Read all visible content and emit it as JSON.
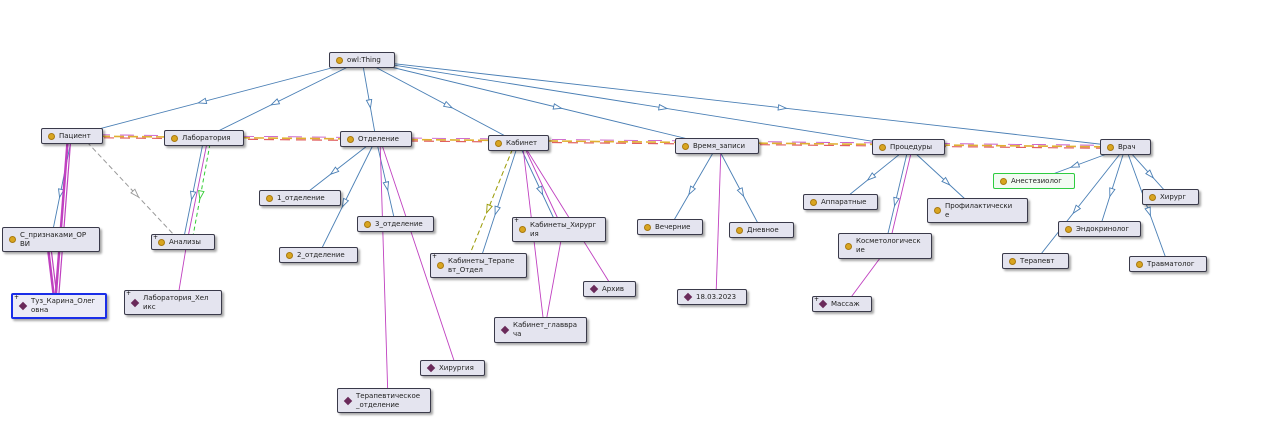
{
  "colors": {
    "subclass": "#4a7fb5",
    "instance": "#c040c0",
    "relation1": "#e0b030",
    "relation2": "#e06060",
    "dashed_gray": "#999999",
    "dashed_green": "#33cc33",
    "dashed_olive": "#999900",
    "selected_border": "#1a2ee8",
    "highlight_border": "#2ecc40"
  },
  "nodes": {
    "owl_thing": {
      "label": "owl:Thing",
      "icon": "class-dot-icon"
    },
    "patient": {
      "label": "Пациент",
      "icon": "class-dot-icon"
    },
    "laboratory": {
      "label": "Лаборатория",
      "icon": "class-dot-icon"
    },
    "department": {
      "label": "Отделение",
      "icon": "class-dot-icon"
    },
    "cabinet": {
      "label": "Кабинет",
      "icon": "class-dot-icon"
    },
    "appointment_time": {
      "label": "Время_записи",
      "icon": "class-dot-icon"
    },
    "procedures": {
      "label": "Процедуры",
      "icon": "class-dot-icon"
    },
    "doctor": {
      "label": "Врач",
      "icon": "class-dot-icon"
    },
    "orvi": {
      "label": "С_признаками_ОР\nВИ",
      "icon": "class-dot-icon"
    },
    "tuz": {
      "label": "Туз_Карина_Олег\nовна",
      "icon": "individual-diamond-icon",
      "expand": "+"
    },
    "analyses": {
      "label": "Анализы",
      "icon": "class-dot-icon",
      "expand": "+"
    },
    "lab_helix": {
      "label": "Лаборатория_Хел\nикс",
      "icon": "individual-diamond-icon",
      "expand": "+"
    },
    "dept1": {
      "label": "1_отделение",
      "icon": "class-dot-icon"
    },
    "dept2": {
      "label": "2_отделение",
      "icon": "class-dot-icon"
    },
    "dept3": {
      "label": "3_отделение",
      "icon": "class-dot-icon"
    },
    "therapeutic_dept": {
      "label": "Терапевтическое\n_отделение",
      "icon": "individual-diamond-icon"
    },
    "surgery": {
      "label": "Хирургия",
      "icon": "individual-diamond-icon"
    },
    "cab_therapist": {
      "label": "Кабинеты_Терапе\nвт_Отдел",
      "icon": "class-dot-icon",
      "expand": "+"
    },
    "cab_surgeon": {
      "label": "Кабинеты_Хирург\nия",
      "icon": "class-dot-icon",
      "expand": "+"
    },
    "archive": {
      "label": "Архив",
      "icon": "individual-diamond-icon"
    },
    "chief_cabinet": {
      "label": "Кабинет_главвра\nча",
      "icon": "individual-diamond-icon"
    },
    "evening": {
      "label": "Вечерние",
      "icon": "class-dot-icon"
    },
    "daytime": {
      "label": "Дневное",
      "icon": "class-dot-icon"
    },
    "date": {
      "label": "18.03.2023",
      "icon": "individual-diamond-icon"
    },
    "hardware": {
      "label": "Аппаратные",
      "icon": "class-dot-icon"
    },
    "preventive": {
      "label": "Профилактически\nе",
      "icon": "class-dot-icon"
    },
    "cosmetology": {
      "label": "Косметологическ\nие",
      "icon": "class-dot-icon"
    },
    "massage": {
      "label": "Массаж",
      "icon": "individual-diamond-icon",
      "expand": "+"
    },
    "anesthesiologist": {
      "label": "Анестезиолог",
      "icon": "class-dot-icon"
    },
    "surgeon": {
      "label": "Хирург",
      "icon": "class-dot-icon"
    },
    "endocrinologist": {
      "label": "Эндокринолог",
      "icon": "class-dot-icon"
    },
    "therapist": {
      "label": "Терапевт",
      "icon": "class-dot-icon"
    },
    "traumatologist": {
      "label": "Травматолог",
      "icon": "class-dot-icon"
    }
  },
  "edges": [
    {
      "from": "owl_thing",
      "to": "patient",
      "type": "subclass"
    },
    {
      "from": "owl_thing",
      "to": "laboratory",
      "type": "subclass"
    },
    {
      "from": "owl_thing",
      "to": "department",
      "type": "subclass"
    },
    {
      "from": "owl_thing",
      "to": "cabinet",
      "type": "subclass"
    },
    {
      "from": "owl_thing",
      "to": "appointment_time",
      "type": "subclass"
    },
    {
      "from": "owl_thing",
      "to": "procedures",
      "type": "subclass"
    },
    {
      "from": "owl_thing",
      "to": "doctor",
      "type": "subclass"
    },
    {
      "from": "patient",
      "to": "orvi",
      "type": "subclass"
    },
    {
      "from": "orvi",
      "to": "tuz",
      "type": "instance-bold"
    },
    {
      "from": "patient",
      "to": "tuz",
      "type": "instance-bold"
    },
    {
      "from": "patient",
      "to": "analyses",
      "type": "dashed-gray"
    },
    {
      "from": "laboratory",
      "to": "analyses",
      "type": "subclass"
    },
    {
      "from": "laboratory",
      "to": "analyses",
      "type": "instance"
    },
    {
      "from": "laboratory",
      "to": "analyses",
      "type": "dashed-green"
    },
    {
      "from": "analyses",
      "to": "lab_helix",
      "type": "instance"
    },
    {
      "from": "department",
      "to": "dept1",
      "type": "subclass"
    },
    {
      "from": "department",
      "to": "dept2",
      "type": "subclass"
    },
    {
      "from": "department",
      "to": "dept3",
      "type": "subclass"
    },
    {
      "from": "department",
      "to": "therapeutic_dept",
      "type": "instance"
    },
    {
      "from": "department",
      "to": "surgery",
      "type": "instance"
    },
    {
      "from": "cabinet",
      "to": "cab_therapist",
      "type": "subclass"
    },
    {
      "from": "cabinet",
      "to": "cab_surgeon",
      "type": "subclass"
    },
    {
      "from": "cabinet",
      "to": "cab_therapist",
      "type": "dashed-olive"
    },
    {
      "from": "cabinet",
      "to": "archive",
      "type": "instance"
    },
    {
      "from": "cabinet",
      "to": "chief_cabinet",
      "type": "instance"
    },
    {
      "from": "cab_surgeon",
      "to": "chief_cabinet",
      "type": "instance"
    },
    {
      "from": "cab_surgeon",
      "to": "cabinet",
      "type": "instance"
    },
    {
      "from": "appointment_time",
      "to": "evening",
      "type": "subclass"
    },
    {
      "from": "appointment_time",
      "to": "daytime",
      "type": "subclass"
    },
    {
      "from": "appointment_time",
      "to": "date",
      "type": "instance"
    },
    {
      "from": "procedures",
      "to": "hardware",
      "type": "subclass"
    },
    {
      "from": "procedures",
      "to": "preventive",
      "type": "subclass"
    },
    {
      "from": "procedures",
      "to": "cosmetology",
      "type": "subclass"
    },
    {
      "from": "procedures",
      "to": "cosmetology",
      "type": "instance"
    },
    {
      "from": "cosmetology",
      "to": "massage",
      "type": "instance"
    },
    {
      "from": "doctor",
      "to": "anesthesiologist",
      "type": "subclass"
    },
    {
      "from": "doctor",
      "to": "surgeon",
      "type": "subclass"
    },
    {
      "from": "doctor",
      "to": "endocrinologist",
      "type": "subclass"
    },
    {
      "from": "doctor",
      "to": "therapist",
      "type": "subclass"
    },
    {
      "from": "doctor",
      "to": "traumatologist",
      "type": "subclass"
    },
    {
      "from": "patient",
      "to": "doctor",
      "type": "relation"
    }
  ]
}
